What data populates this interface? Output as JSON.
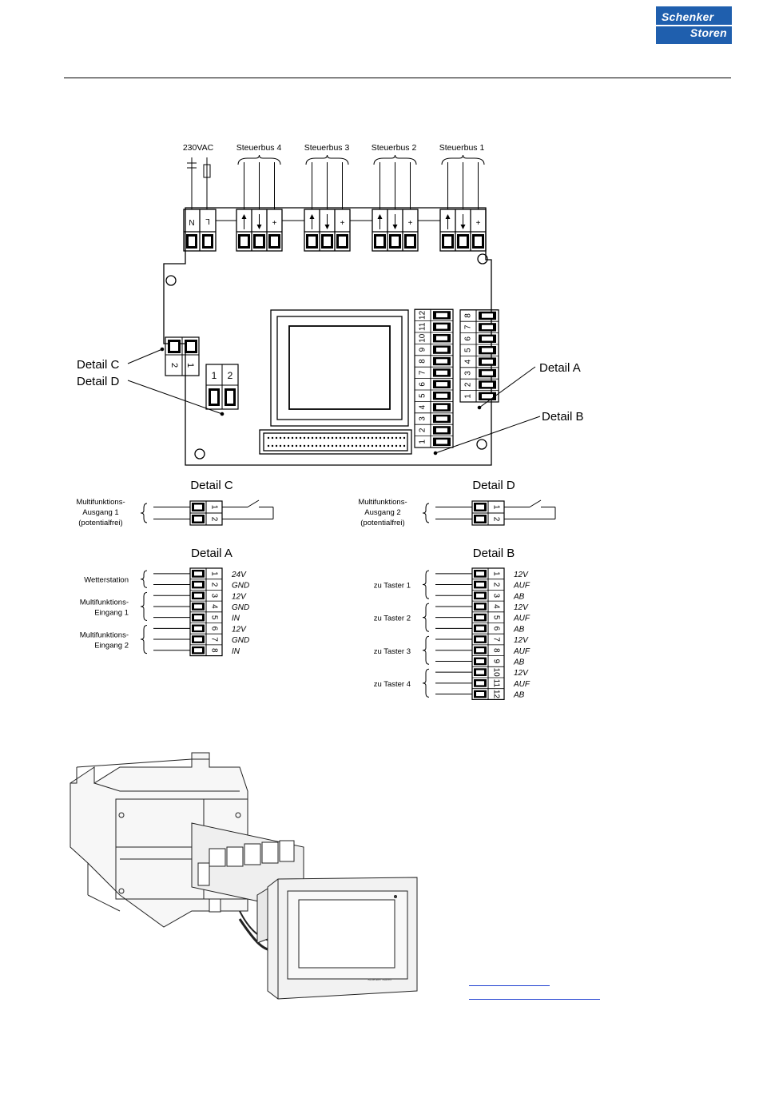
{
  "logo": {
    "line1": "Schenker",
    "line2": "Storen"
  },
  "top_labels": {
    "power": "230VAC",
    "bus4": "Steuerbus 4",
    "bus3": "Steuerbus 3",
    "bus2": "Steuerbus 2",
    "bus1": "Steuerbus 1"
  },
  "bus_pins": {
    "n": "N",
    "l": "L",
    "plus": "+"
  },
  "callouts": {
    "c": "Detail C",
    "d": "Detail D",
    "a": "Detail A",
    "b": "Detail B"
  },
  "detailC": {
    "title": "Detail C",
    "desc": [
      "Multifunktions-",
      "Ausgang 1",
      "(potentialfrei)"
    ],
    "pins": [
      "1",
      "2"
    ]
  },
  "detailD": {
    "title": "Detail D",
    "desc": [
      "Multifunktions-",
      "Ausgang 2",
      "(potentialfrei)"
    ],
    "pins": [
      "1",
      "2"
    ]
  },
  "detailA": {
    "title": "Detail A",
    "groups": [
      {
        "label": [
          "Wetterstation"
        ]
      },
      {
        "label": [
          "Multifunktions-",
          "Eingang 1"
        ]
      },
      {
        "label": [
          "Multifunktions-",
          "Eingang 2"
        ]
      }
    ],
    "pins": [
      "1",
      "2",
      "3",
      "4",
      "5",
      "6",
      "7",
      "8"
    ],
    "signals": [
      "24V",
      "GND",
      "12V",
      "GND",
      "IN",
      "12V",
      "GND",
      "IN"
    ]
  },
  "detailB": {
    "title": "Detail B",
    "groups": [
      {
        "label": "zu Taster 1"
      },
      {
        "label": "zu Taster 2"
      },
      {
        "label": "zu Taster 3"
      },
      {
        "label": "zu Taster 4"
      }
    ],
    "pins": [
      "1",
      "2",
      "3",
      "4",
      "5",
      "6",
      "7",
      "8",
      "9",
      "10",
      "11",
      "12"
    ],
    "signals": [
      "12V",
      "AUF",
      "AB",
      "12V",
      "AUF",
      "AB",
      "12V",
      "AUF",
      "AB",
      "12V",
      "AUF",
      "AB"
    ]
  },
  "board_pins": {
    "left_strip": [
      "1",
      "2",
      "3",
      "4",
      "5",
      "6",
      "7",
      "8",
      "9",
      "10",
      "11",
      "12"
    ],
    "right_strip": [
      "1",
      "2",
      "3",
      "4",
      "5",
      "6",
      "7",
      "8"
    ],
    "detailD_pins": [
      "1",
      "2"
    ],
    "detailC_pins": [
      "1",
      "2"
    ]
  },
  "device_brand": "Schenker Storen"
}
